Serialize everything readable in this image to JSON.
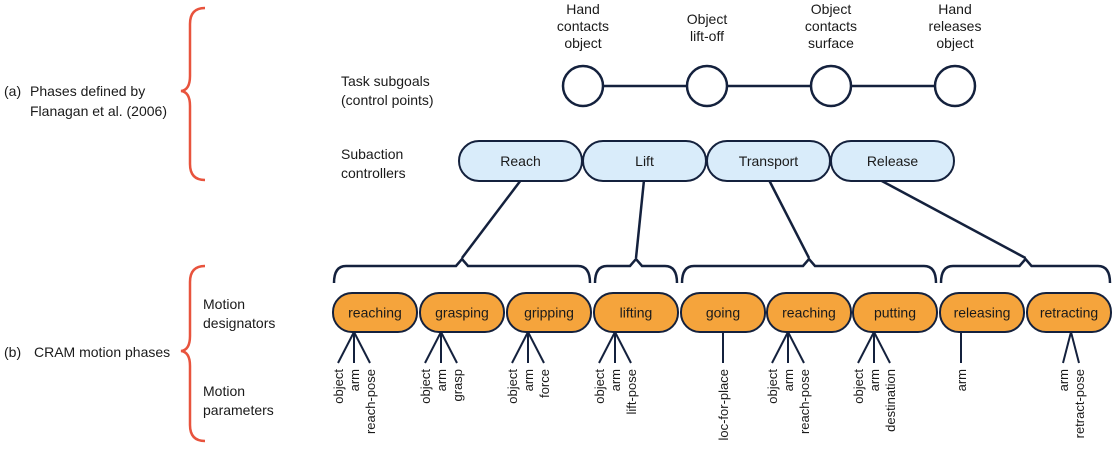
{
  "phases_a": {
    "marker": "(a)",
    "label_lines": [
      "Phases defined by",
      "Flanagan et al. (2006)"
    ]
  },
  "phases_b": {
    "marker": "(b)",
    "label": "CRAM motion phases"
  },
  "row_labels": {
    "task_subgoals": [
      "Task subgoals",
      "(control points)"
    ],
    "subaction_controllers": [
      "Subaction",
      "controllers"
    ],
    "motion_designators": [
      "Motion",
      "designators"
    ],
    "motion_parameters": [
      "Motion",
      "parameters"
    ]
  },
  "control_points": [
    {
      "caption": [
        "Hand",
        "contacts",
        "object"
      ]
    },
    {
      "caption": [
        "Object",
        "lift-off"
      ]
    },
    {
      "caption": [
        "Object",
        "contacts",
        "surface"
      ]
    },
    {
      "caption": [
        "Hand",
        "releases",
        "object"
      ]
    }
  ],
  "subactions": [
    "Reach",
    "Lift",
    "Transport",
    "Release"
  ],
  "motion_phases": [
    {
      "label": "reaching",
      "params": [
        "object",
        "arm",
        "reach-pose"
      ]
    },
    {
      "label": "grasping",
      "params": [
        "object",
        "arm",
        "grasp"
      ]
    },
    {
      "label": "gripping",
      "params": [
        "object",
        "arm",
        "force"
      ]
    },
    {
      "label": "lifting",
      "params": [
        "object",
        "arm",
        "lift-pose"
      ]
    },
    {
      "label": "going",
      "params": [
        "loc-for-place"
      ]
    },
    {
      "label": "reaching",
      "params": [
        "object",
        "arm",
        "reach-pose"
      ]
    },
    {
      "label": "putting",
      "params": [
        "object",
        "arm",
        "destination"
      ]
    },
    {
      "label": "releasing",
      "params": [
        "arm"
      ]
    },
    {
      "label": "retracting",
      "params": [
        "arm",
        "retract-pose"
      ]
    }
  ],
  "colors": {
    "brace": "#e8533d",
    "line": "#14213d",
    "subaction_fill": "#d9ecfa",
    "motion_fill": "#f5a43c",
    "circle_fill": "#ffffff"
  }
}
